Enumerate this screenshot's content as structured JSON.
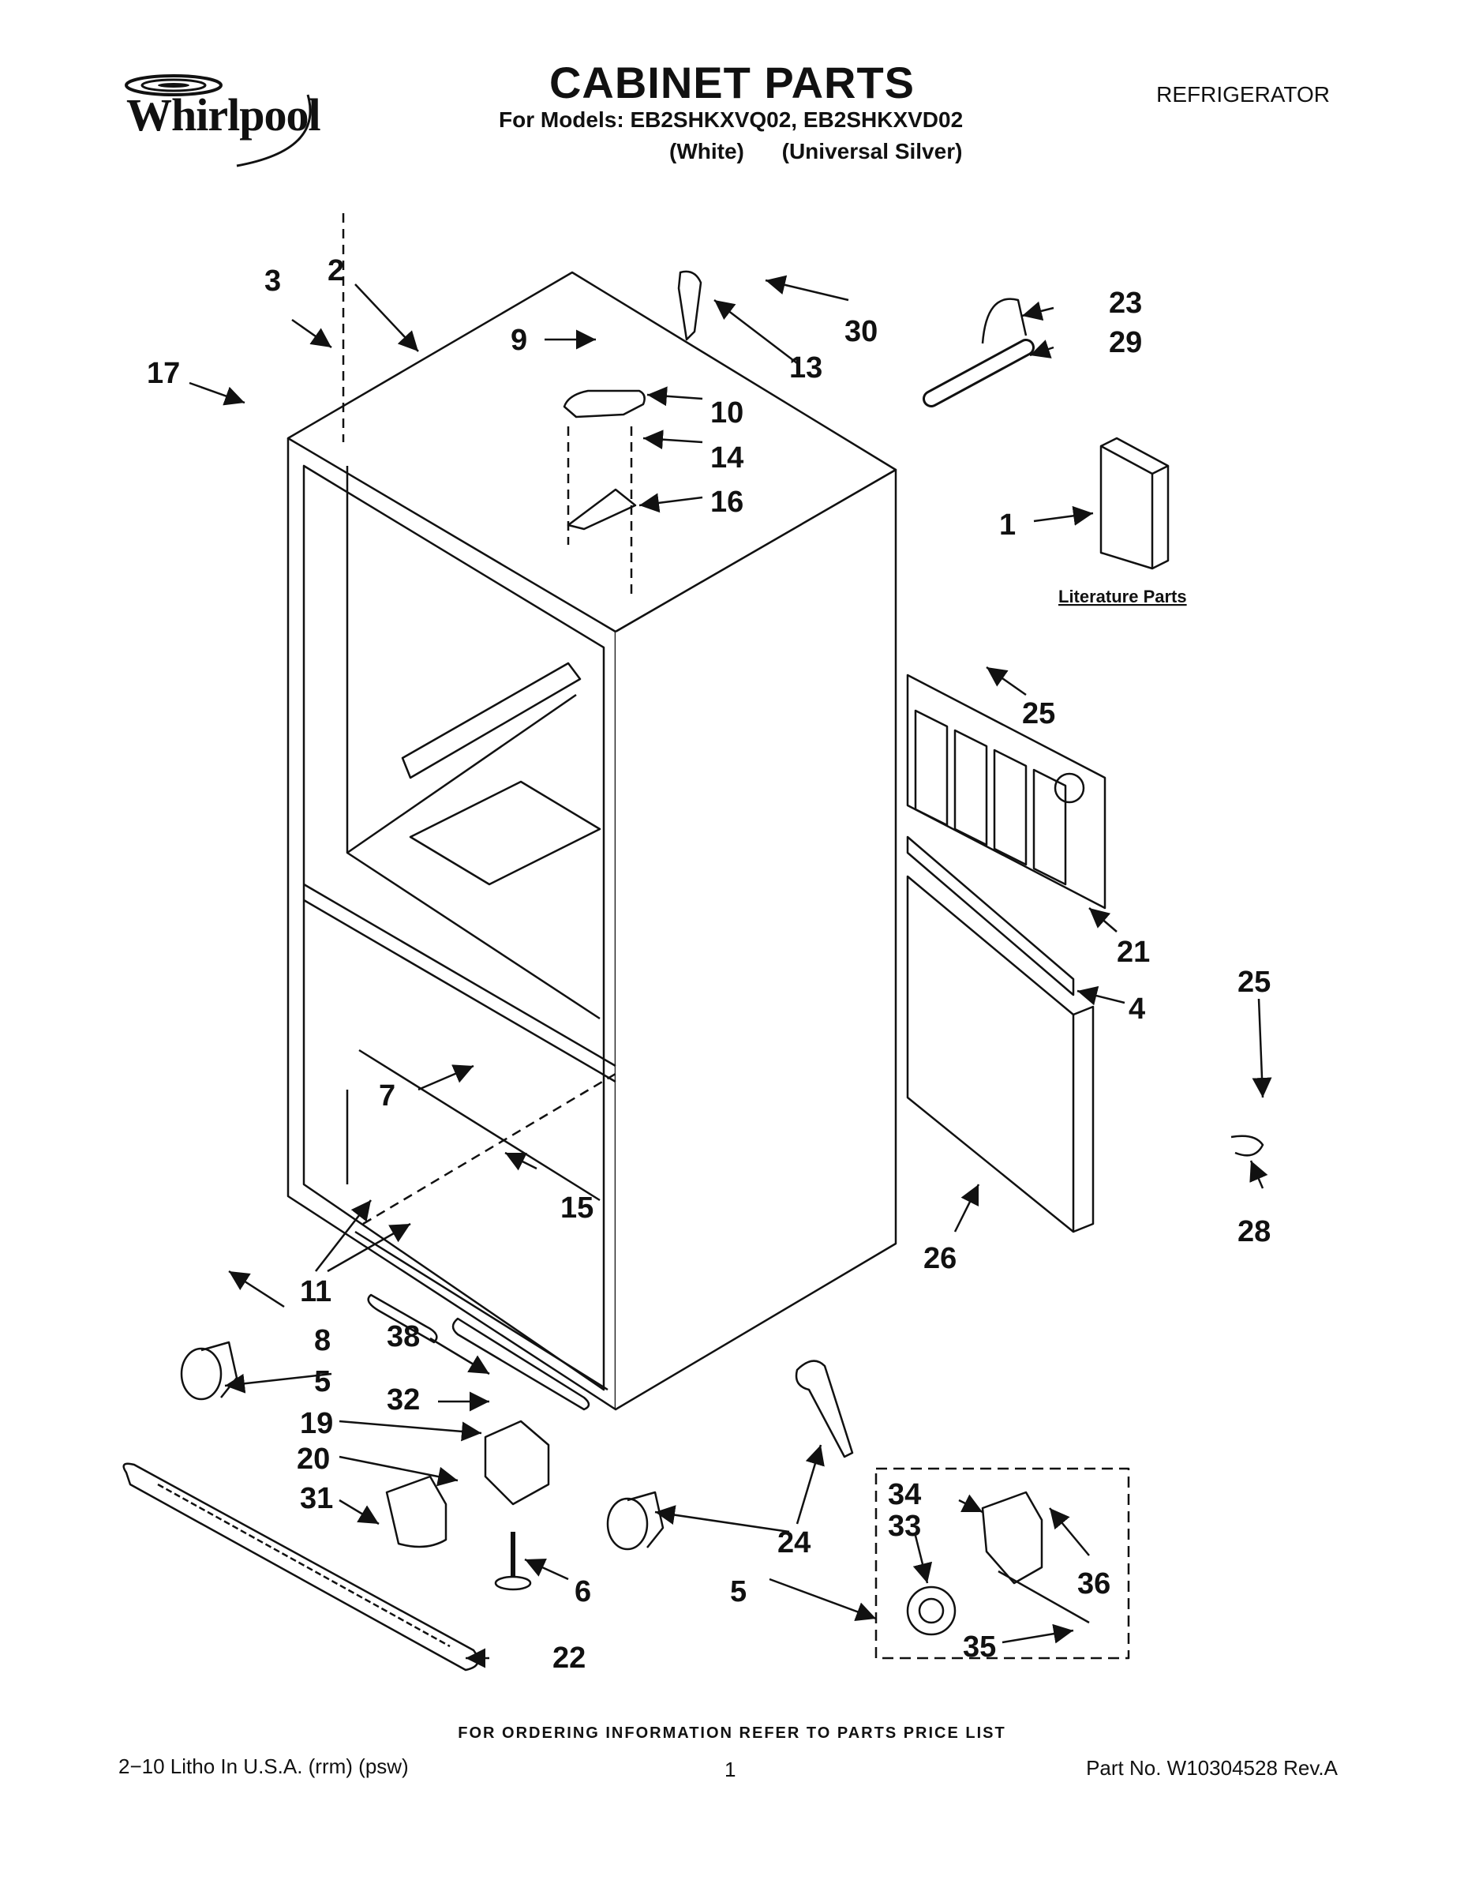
{
  "header": {
    "brand": "Whirlpool",
    "title": "CABINET PARTS",
    "models_line": "For Models: EB2SHKXVQ02, EB2SHKXVD02",
    "variant_1": "(White)",
    "variant_2": "(Universal Silver)",
    "category": "REFRIGERATOR"
  },
  "diagram": {
    "literature_label": "Literature Parts",
    "callouts": [
      "1",
      "2",
      "3",
      "4",
      "5",
      "5",
      "6",
      "7",
      "8",
      "9",
      "10",
      "11",
      "13",
      "14",
      "15",
      "16",
      "17",
      "19",
      "20",
      "21",
      "22",
      "23",
      "24",
      "25",
      "25",
      "26",
      "28",
      "29",
      "30",
      "31",
      "32",
      "33",
      "34",
      "35",
      "36",
      "38"
    ]
  },
  "footer": {
    "ordering_note": "FOR ORDERING INFORMATION REFER TO PARTS PRICE LIST",
    "litho": "2−10 Litho In U.S.A. (rrm) (psw)",
    "page_number": "1",
    "part_number": "Part No. W10304528 Rev.A"
  },
  "colors": {
    "ink": "#111111",
    "paper": "#ffffff"
  }
}
